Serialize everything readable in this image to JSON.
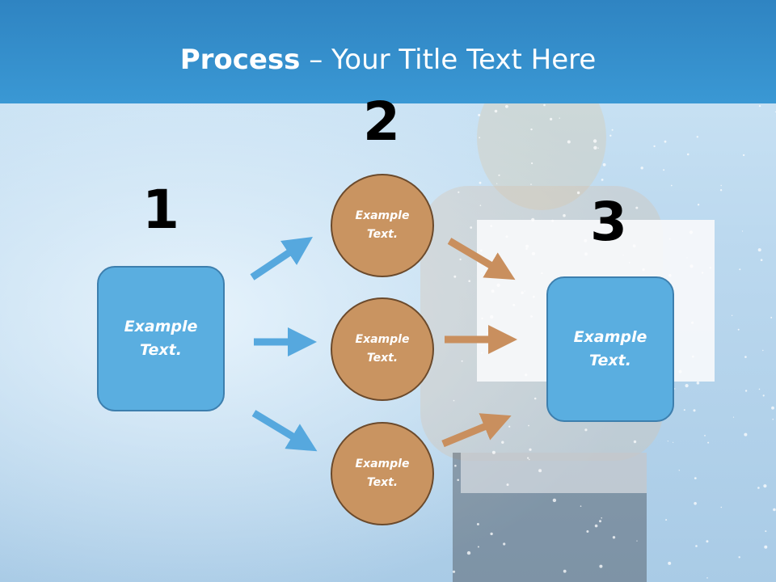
{
  "title": {
    "bold": "Process",
    "rest": " – Your Title Text Here"
  },
  "steps": [
    {
      "number": "1",
      "text": "Example\nText."
    },
    {
      "number": "2",
      "circles": [
        "Example\nText.",
        "Example\nText.",
        "Example\nText."
      ]
    },
    {
      "number": "3",
      "text": "Example\nText."
    }
  ],
  "colors": {
    "title_band": "#3a98d4",
    "blue_box": "#5aaee0",
    "circle": "#c99461",
    "blue_arrow": "#56a8de",
    "orange_arrow": "#c98f5e"
  }
}
